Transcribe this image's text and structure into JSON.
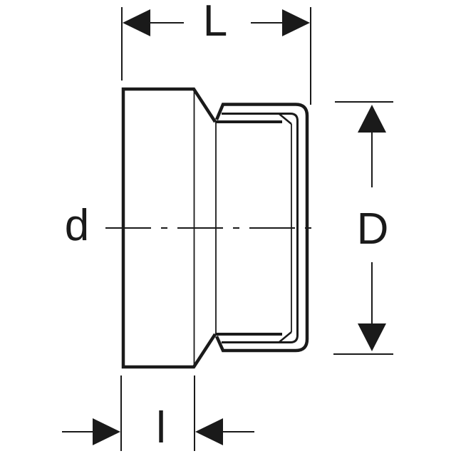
{
  "diagram": {
    "type": "technical-dimension-drawing",
    "subject": "pipe-end-cap-side-view",
    "background_color": "#ffffff",
    "line_color": "#1a1a1a",
    "labels": {
      "top": "L",
      "right": "D",
      "left": "d",
      "bottom": "l"
    }
  }
}
